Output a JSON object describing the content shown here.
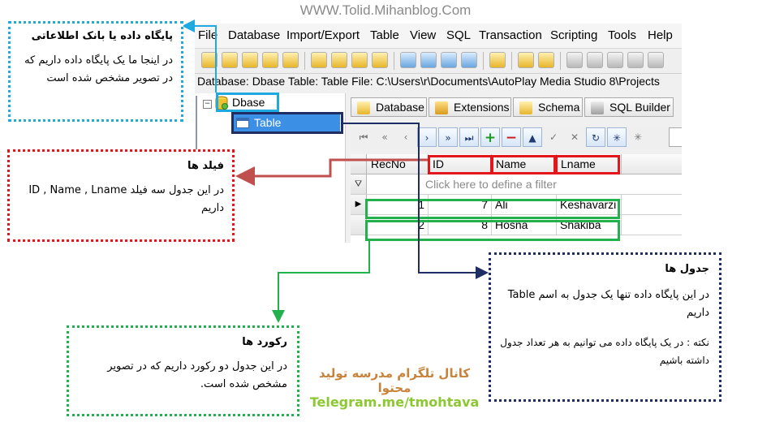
{
  "watermark": "WWW.Tolid.Mihanblog.Com",
  "menu": [
    "File",
    "Database",
    "Import/Export",
    "Table",
    "View",
    "SQL",
    "Transaction",
    "Scripting",
    "Tools",
    "Help"
  ],
  "pathbar": "Database: Dbase   Table: Table   File: C:\\Users\\r\\Documents\\AutoPlay Media Studio 8\\Projects",
  "tree": {
    "toggle": "−",
    "database": "Dbase",
    "table": "Table"
  },
  "tabs": [
    "Database",
    "Extensions",
    "Schema",
    "SQL Builder"
  ],
  "nav": [
    "⏮",
    "«",
    "‹",
    "›",
    "»",
    "⏭",
    "+",
    "−",
    "▲",
    "✓",
    "✕",
    "↻",
    "✳",
    "✳"
  ],
  "grid": {
    "columns": [
      "RecNo",
      "ID",
      "Name",
      "Lname"
    ],
    "filter_icon": "⛛",
    "filter_placeholder": "Click here to define a filter",
    "current_marker": "▶",
    "rows": [
      {
        "recno": "1",
        "id": "7",
        "name": "Ali",
        "lname": "Keshavarzi"
      },
      {
        "recno": "2",
        "id": "8",
        "name": "Hosna",
        "lname": "Shakiba"
      }
    ]
  },
  "notes": {
    "database": {
      "title": "پایگاه داده یا بانک اطلاعاتی",
      "body": "در اینجا ما یک پایگاه داده داریم که در تصویر مشخص شده است"
    },
    "fields": {
      "title": "فیلد ها",
      "body": "در این جدول سه فیلد  ID , Name ,  Lname داریم"
    },
    "tables": {
      "title": "جدول ها",
      "body1": "در این پایگاه داده تنها یک جدول به اسم Table داریم",
      "body2": "نکته : در یک پایگاه داده می توانیم به هر تعداد جدول داشته باشیم"
    },
    "records": {
      "title": "رکورد ها",
      "body": "در این جدول دو رکورد داریم که در تصویر مشخص شده است."
    }
  },
  "channel": "کانال تلگرام مدرسه تولید محتوا",
  "telegram": "Telegram.me/tmohtava",
  "colors": {
    "cyan": "#1fa9e1",
    "red": "#e3161c",
    "green": "#22b14c",
    "navy": "#1f2d64",
    "arrow_red": "#c0504d"
  }
}
